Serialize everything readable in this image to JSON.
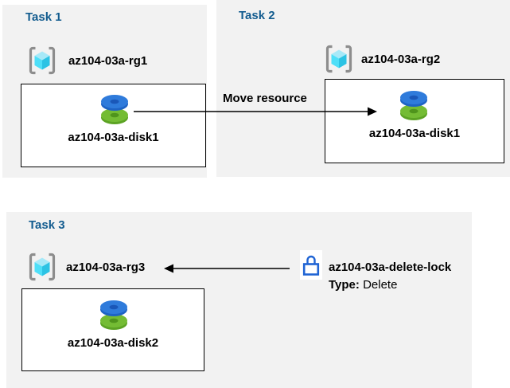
{
  "tasks": [
    {
      "title": "Task 1",
      "resource_group": "az104-03a-rg1",
      "resource": "az104-03a-disk1"
    },
    {
      "title": "Task 2",
      "resource_group": "az104-03a-rg2",
      "resource": "az104-03a-disk1"
    },
    {
      "title": "Task 3",
      "resource_group": "az104-03a-rg3",
      "resource": "az104-03a-disk2"
    }
  ],
  "move_arrow": {
    "label": "Move resource"
  },
  "lock": {
    "name": "az104-03a-delete-lock",
    "type_label": "Type:",
    "type_value": "Delete"
  },
  "icons": {
    "resource_group": "resource-group-icon (gray brackets around cyan cube)",
    "disk": "disk-icon (blue disk stacked on green disk)",
    "lock": "lock-icon (blue padlock outline)"
  },
  "colors": {
    "panel_bg": "#f2f2f2",
    "heading_blue": "#135c8f",
    "box_border": "#000000",
    "arrow": "#000000",
    "disk_blue": "#2f7bdb",
    "disk_blue_dark": "#1e63c4",
    "disk_green": "#74bc34",
    "disk_green_dark": "#5ca324",
    "cube_top": "#a7e9f8",
    "cube_left": "#4edff8",
    "cube_right": "#2cc3e4",
    "bracket_gray": "#8d8d8d",
    "lock_blue": "#2064d4"
  }
}
